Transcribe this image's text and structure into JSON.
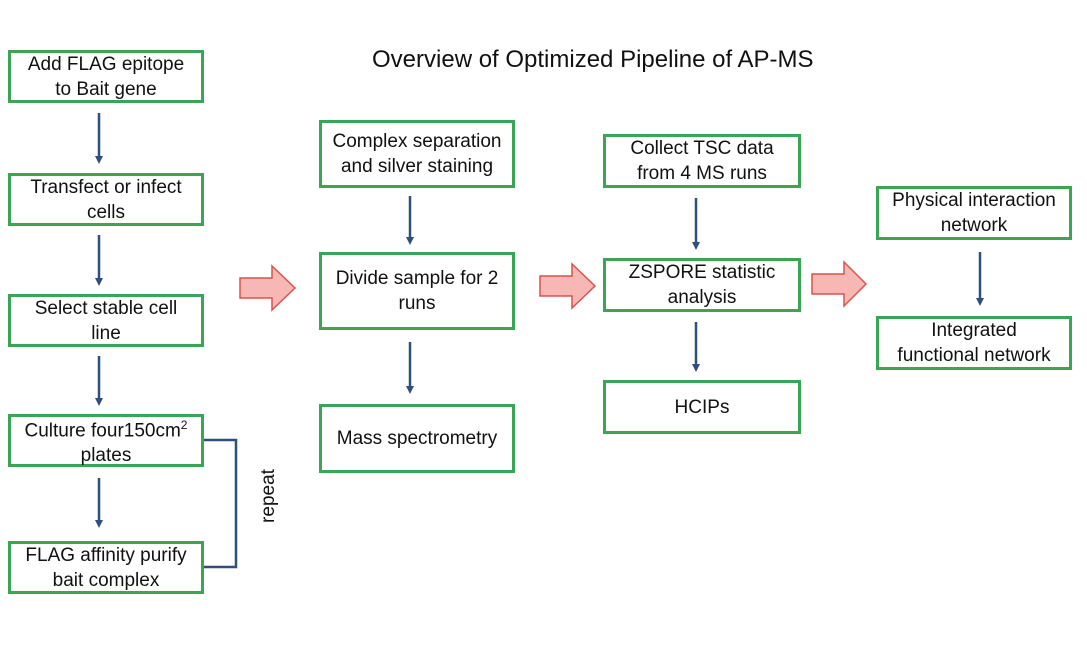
{
  "title": "Overview of Optimized Pipeline of AP-MS",
  "colors": {
    "box_border": "#3aa655",
    "arrow": "#2f4f7f",
    "big_arrow_fill": "#f7b7b5",
    "big_arrow_stroke": "#d9534f"
  },
  "column1": {
    "step1": {
      "line1": "Add FLAG epitope",
      "line2": "to Bait gene"
    },
    "step2": {
      "line1": "Transfect or infect",
      "line2": "cells"
    },
    "step3": {
      "line1": "Select stable cell",
      "line2": "line"
    },
    "step4": {
      "line1_prefix": "Culture four150cm",
      "superscript": "2",
      "line2": "plates"
    },
    "step5": {
      "line1": "FLAG affinity purify",
      "line2": "bait complex"
    },
    "repeat_label": "repeat"
  },
  "column2": {
    "step1": {
      "line1": "Complex separation",
      "line2": "and silver staining"
    },
    "step2": {
      "line1": "Divide sample for 2",
      "line2": "runs"
    },
    "step3": {
      "line1": "Mass spectrometry"
    }
  },
  "column3": {
    "step1": {
      "line1": "Collect TSC data",
      "line2": "from 4 MS runs"
    },
    "step2": {
      "line1": "ZSPORE statistic",
      "line2": "analysis"
    },
    "step3": {
      "line1": "HCIPs"
    }
  },
  "column4": {
    "step1": {
      "line1": "Physical interaction",
      "line2": "network"
    },
    "step2": {
      "line1": "Integrated",
      "line2": "functional network"
    }
  }
}
